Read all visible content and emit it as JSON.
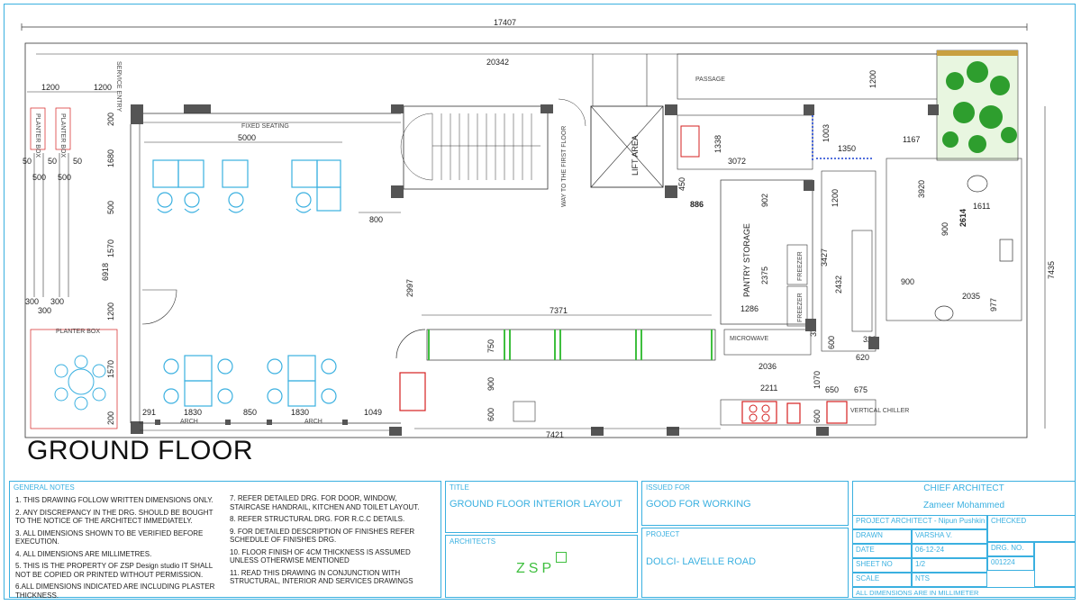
{
  "drawing": {
    "title": "GROUND FLOOR",
    "dimensions": {
      "top_overall": "17407",
      "inner_top": "20342",
      "left_1200a": "1200",
      "left_1200b": "1200",
      "d50a": "50",
      "d50b": "50",
      "d50c": "50",
      "d500a": "500",
      "d500b": "500",
      "d300a": "300",
      "d300b": "300",
      "d300c": "300",
      "v200a": "200",
      "v1680": "1680",
      "v500": "500",
      "v1570a": "1570",
      "v6918": "6918",
      "v1200": "1200",
      "v1570b": "1570",
      "v200b": "200",
      "seating_5000": "5000",
      "d800": "800",
      "d2997": "2997",
      "d7371": "7371",
      "d7421": "7421",
      "d291": "291",
      "d1830a": "1830",
      "d850": "850",
      "d1830b": "1830",
      "d1049": "1049",
      "d750": "750",
      "d900a": "900",
      "d600a": "600",
      "d1338": "1338",
      "d3072": "3072",
      "d1003": "1003",
      "d1350": "1350",
      "d1167": "1167",
      "d1200r": "1200",
      "d3920": "3920",
      "d1611": "1611",
      "d900b": "900",
      "d2614": "2614",
      "d7435": "7435",
      "d900c": "900",
      "d2035": "2035",
      "d977": "977",
      "d450": "450",
      "d886": "886",
      "d902": "902",
      "d2375": "2375",
      "d1286": "1286",
      "d1200s": "1200",
      "d3427": "3427",
      "d2432": "2432",
      "d320a": "320",
      "d600b": "600",
      "d320b": "320",
      "d620": "620",
      "d2036": "2036",
      "d2211": "2211",
      "d1070": "1070",
      "d650": "650",
      "d675": "675",
      "d600c": "600"
    },
    "labels": {
      "service_entry": "SERVICE ENTRY",
      "fixed_seating": "FIXED SEATING",
      "way_first_floor": "WAY TO THE FIRST FLOOR",
      "lift_area": "LIFT AREA",
      "passage": "PASSAGE",
      "pantry_storage": "PANTRY STORAGE",
      "freezer_a": "FREEZER",
      "freezer_b": "FREEZER",
      "microwave": "MICROWAVE",
      "vertical_chiller": "VERTICAL CHILLER",
      "arch_a": "ARCH",
      "arch_b": "ARCH",
      "planter_box_a": "PLANTER BOX",
      "planter_box_b": "PLANTER BOX",
      "planter_box_c": "PLANTER BOX"
    }
  },
  "title_block": {
    "general_notes_header": "GENERAL NOTES",
    "notes_left": [
      "1. THIS DRAWING FOLLOW WRITTEN DIMENSIONS ONLY.",
      "2. ANY DISCREPANCY IN THE DRG. SHOULD BE BOUGHT TO THE NOTICE OF THE ARCHITECT IMMEDIATELY.",
      "3. ALL DIMENSIONS SHOWN TO BE VERIFIED BEFORE EXECUTION.",
      "4. ALL DIMENSIONS ARE MILLIMETRES.",
      "5. THIS IS THE PROPERTY OF ZSP Design studio IT SHALL NOT BE COPIED OR PRINTED WITHOUT PERMISSION.",
      "6.ALL DIMENSIONS INDICATED ARE INCLUDING PLASTER THICKNESS."
    ],
    "notes_right": [
      "7. REFER DETAILED DRG. FOR DOOR, WINDOW, STAIRCASE HANDRAIL, KITCHEN AND TOILET LAYOUT.",
      "8. REFER STRUCTURAL DRG. FOR R.C.C DETAILS.",
      "9. FOR DETAILED DESCRIPTION OF FINISHES REFER SCHEDULE OF FINISHES DRG.",
      "10. FLOOR FINISH OF 4CM THICKNESS IS ASSUMED UNLESS OTHERWISE MENTIONED",
      "11. READ THIS DRAWING IN CONJUNCTION WITH STRUCTURAL, INTERIOR AND SERVICES DRAWINGS"
    ],
    "title_header": "TITLE",
    "title_value": "GROUND FLOOR INTERIOR LAYOUT",
    "architects_header": "ARCHITECTS",
    "logo_text": "ZSP",
    "issued_for_header": "ISSUED FOR",
    "issued_for_value": "GOOD FOR WORKING",
    "project_header": "PROJECT",
    "project_value": "DOLCI- LAVELLE ROAD",
    "chief_architect_header": "CHIEF ARCHITECT",
    "chief_architect_name": "Zameer Mohammed",
    "project_architect": "PROJECT ARCHITECT - Nipun Pushkin",
    "checked_label": "CHECKED",
    "drawn_label": "DRAWN",
    "drawn_value": "VARSHA V.",
    "date_label": "DATE",
    "date_value": "06-12-24",
    "drg_no_label": "DRG. NO.",
    "drg_no_value": "001224",
    "sheet_no_label": "SHEET NO",
    "sheet_no_value": "1/2",
    "scale_label": "SCALE",
    "scale_value": "NTS",
    "units_note": "ALL DIMENSIONS ARE IN MILLIMETER"
  },
  "colors": {
    "frame_blue": "#3ab0e0",
    "furniture_blue": "#3ab0e0",
    "plant_green": "#2e9e2e",
    "kitchen_red": "#d42020",
    "counter_green": "#3fbf3f",
    "wall_grey": "#555555"
  }
}
